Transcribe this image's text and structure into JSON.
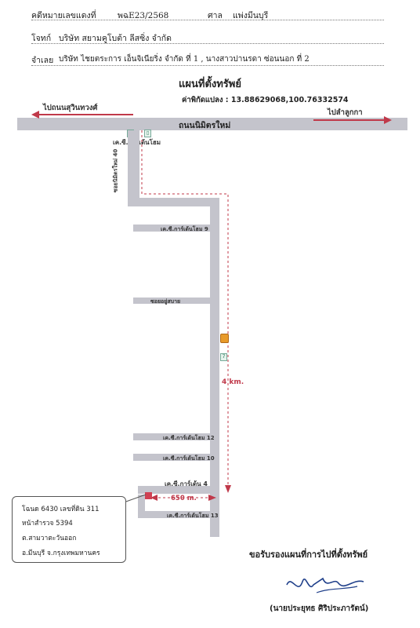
{
  "header": {
    "case_label": "คดีหมายเลขแดงที่",
    "case_no": "พฉE23/2568",
    "court_label": "ศาล",
    "court": "แพ่งมีนบุรี",
    "plaintiff_label": "โจทก์",
    "plaintiff": "บริษัท สยามคูโบต้า ลีสซิ่ง จำกัด",
    "defendant_label": "จำเลย",
    "defendant": "บริษัท ไชยตระการ เอ็นจิเนียริ่ง จำกัด ที่ 1 , นางสาวปานรดา ซ่อนนอก ที่ 2"
  },
  "map": {
    "title": "แผนที่ตั้งทรัพย์",
    "coordinates": "ค่าพิกัดแปลง : 13.88629068,100.76332574",
    "main_road": "ถนนนิมิตรใหม่",
    "dir_left": "ไปถนนสุวินทวงศ์",
    "dir_right": "ไปลำลูกกา",
    "junction_label": "เค.ซี.การ์เด้นโฮม",
    "soi_label": "ซอยนิมิตรใหม่ 40",
    "side_roads": [
      "เค.ซี.การ์เด้นโฮม 9",
      "ซอยอยู่สบาย",
      "เค.ซี.การ์เด้นโฮม 12",
      "เค.ซี.การ์เด้นโฮม 10",
      "เค.ซี.การ์เด้น 4",
      "เค.ซี.การ์เด้นโฮม 13"
    ],
    "distance_long": "4 km.",
    "distance_short": "650 m.",
    "store_icon": "7-eleven-icon",
    "fuel_icon": "gas-station-icon",
    "accent_color": "#c0394a"
  },
  "property_box": {
    "line1": "โฉนด 6430 เลขที่ดิน 311",
    "line2": "หน้าสำรวจ 5394",
    "line3": "ต.สามวาตะวันออก",
    "line4": "อ.มีนบุรี  จ.กรุงเทพมหานคร"
  },
  "footer": {
    "certify": "ขอรับรองแผนที่การไปที่ตั้งทรัพย์",
    "signer": "(นายประยุทธ ศิริประภารัตน์)"
  }
}
